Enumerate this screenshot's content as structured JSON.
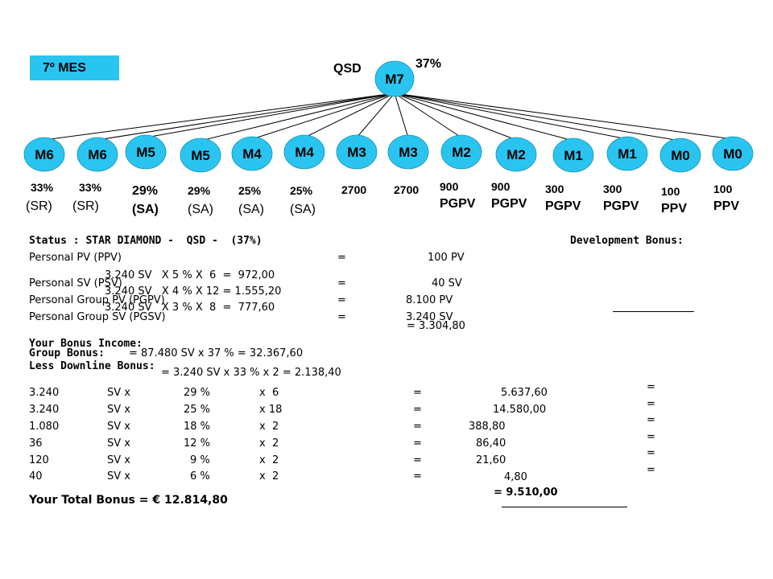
{
  "header": {
    "month_badge": "7º MES",
    "qsd_label": "QSD",
    "top_percent": "37%"
  },
  "tree": {
    "root": {
      "label": "M7"
    },
    "children": [
      {
        "label": "M6",
        "sub1": "33%",
        "sub2": "(SR)"
      },
      {
        "label": "M6",
        "sub1": "33%",
        "sub2": "(SR)"
      },
      {
        "label": "M5",
        "sub1": "29%",
        "sub2": "(SA)"
      },
      {
        "label": "M5",
        "sub1": "29%",
        "sub2": "(SA)"
      },
      {
        "label": "M4",
        "sub1": "25%",
        "sub2": "(SA)"
      },
      {
        "label": "M4",
        "sub1": "25%",
        "sub2": "(SA)"
      },
      {
        "label": "M3",
        "sub1": "2700",
        "sub2": ""
      },
      {
        "label": "M3",
        "sub1": "2700",
        "sub2": ""
      },
      {
        "label": "M2",
        "sub1": "900",
        "sub2": "PGPV"
      },
      {
        "label": "M2",
        "sub1": "900",
        "sub2": "PGPV"
      },
      {
        "label": "M1",
        "sub1": "300",
        "sub2": "PGPV"
      },
      {
        "label": "M1",
        "sub1": "300",
        "sub2": "PGPV"
      },
      {
        "label": "M0",
        "sub1": "100",
        "sub2": "PPV"
      },
      {
        "label": "M0",
        "sub1": "100",
        "sub2": "PPV"
      }
    ]
  },
  "status": {
    "title": "Status : STAR DIAMOND -  QSD -  (37%)",
    "development_bonus": "Development Bonus:",
    "ppv_label": "Personal PV (PPV)",
    "ppv_eq": "=",
    "ppv_value": "100 PV",
    "psv_label": "Personal SV (PSV)",
    "psv_eq": "=",
    "psv_value": "40 SV",
    "pgpv_label": "Personal Group PV (PGPV)",
    "pgpv_eq": "=",
    "pgpv_value": "8.100 PV",
    "pgsv_label": "Personal Group SV (PGSV)",
    "pgsv_eq": "=",
    "pgsv_value": "3.240 SV"
  },
  "dev_calc": {
    "row1": "3.240 SV   X 5 % X  6  =  972,00",
    "row2": "3.240 SV   X 4 % X 12 = 1.555,20",
    "row3": "3.240 SV   X 3 % X  8  =  777,60",
    "total": "= 3.304,80"
  },
  "bonus": {
    "income_label": "Your Bonus Income:",
    "group_label": "Group Bonus:",
    "group_line": "= 87.480 SV x 37 % = 32.367,60",
    "less_label": "Less Downline Bonus:",
    "less_line": "= 3.240 SV x 33 % x 2 = 2.138,40",
    "rows": [
      {
        "sv": "3.240",
        "unit": "SV x",
        "pct": "29 %",
        "mult": "x  6",
        "eq": "=",
        "result": "5.637,60"
      },
      {
        "sv": "3.240",
        "unit": "SV x",
        "pct": "25 %",
        "mult": "x 18",
        "eq": "=",
        "result": "14.580,00"
      },
      {
        "sv": "1.080",
        "unit": "SV x",
        "pct": "18 %",
        "mult": "x  2",
        "eq": "=",
        "result": "388,80"
      },
      {
        "sv": "36",
        "unit": "SV x",
        "pct": "12 %",
        "mult": "x  2",
        "eq": "=",
        "result": "86,40"
      },
      {
        "sv": "120",
        "unit": "SV x",
        "pct": "9 %",
        "mult": "x  2",
        "eq": "=",
        "result": "21,60"
      },
      {
        "sv": "40",
        "unit": "SV x",
        "pct": "6 %",
        "mult": "x  2",
        "eq": "=",
        "result": "4,80"
      }
    ],
    "downline_total": "= 9.510,00",
    "total_bonus": "Your Total Bonus = € 12.814,80"
  }
}
